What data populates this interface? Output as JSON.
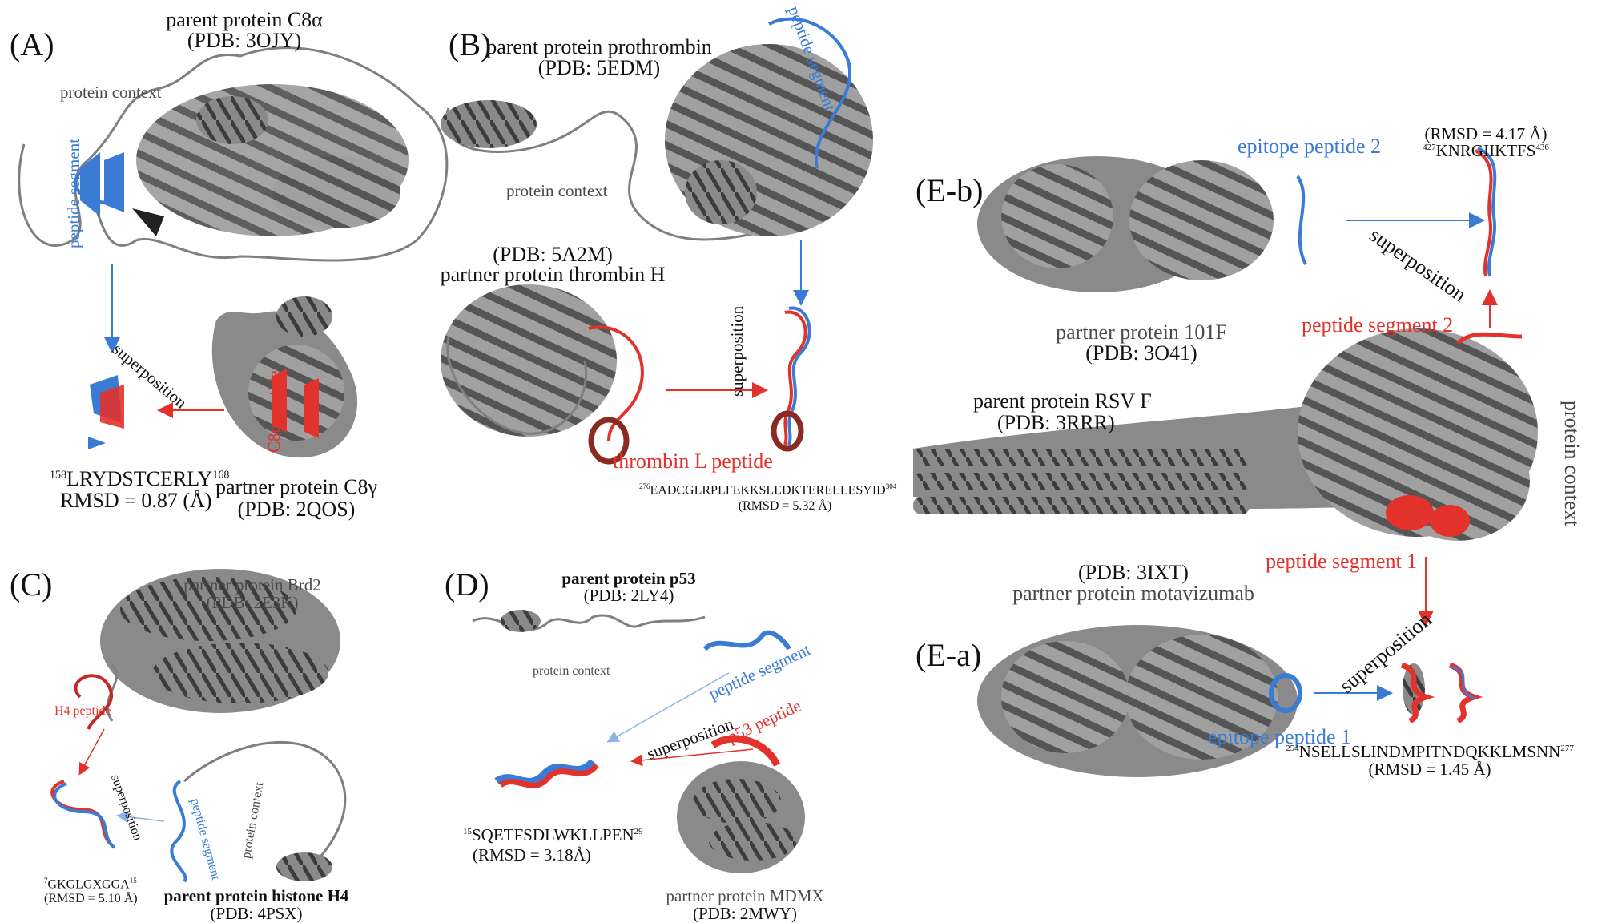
{
  "colors": {
    "protein": "#7f7f7f",
    "protein_dark": "#3a3a3a",
    "parent_segment": "#3a7bd5",
    "partner_peptide": "#e3322b"
  },
  "panels": {
    "A": {
      "tag": "(A)",
      "parent_name": "parent protein C8α",
      "parent_pdb": "(PDB: 3OJY)",
      "context": "protein context",
      "segment": "peptide segment",
      "partner_peptide": "C8α peptide",
      "superposition": "superposition",
      "seq_start": "158",
      "sequence": "LRYDSTCERLY",
      "seq_end": "168",
      "rmsd": "RMSD = 0.87 (Å)",
      "partner_name": "partner protein C8γ",
      "partner_pdb": "(PDB: 2QOS)"
    },
    "B": {
      "tag": "(B)",
      "parent_name": "parent protein prothrombin",
      "parent_pdb": "(PDB: 5EDM)",
      "segment": "peptide segment",
      "context": "protein context",
      "partner_pdb": "(PDB: 5A2M)",
      "partner_name": "partner protein thrombin H",
      "partner_peptide": "thrombin L peptide",
      "superposition": "superposition",
      "seq_start": "276",
      "sequence": "EADCGLRPLFEKKSLEDKTERELLESYID",
      "seq_end": "304",
      "rmsd": "(RMSD = 5.32 Å)"
    },
    "C": {
      "tag": "(C)",
      "partner_name": "partner protein Brd2",
      "partner_pdb": "(PDB: 2E3K)",
      "partner_peptide": "H4 peptide",
      "superposition": "superposition",
      "segment": "peptide segment",
      "context": "protein context",
      "seq_start": "7",
      "sequence": "GKGLGXGGA",
      "seq_end": "15",
      "rmsd": "(RMSD = 5.10 Å)",
      "parent_name": "parent protein histone H4",
      "parent_pdb": "(PDB: 4PSX)"
    },
    "D": {
      "tag": "(D)",
      "parent_name": "parent protein p53",
      "parent_pdb": "(PDB: 2LY4)",
      "context": "protein context",
      "segment": "peptide segment",
      "superposition": "superposition",
      "partner_peptide": "p53 peptide",
      "seq_start": "15",
      "sequence": "SQETFSDLWKLLPEN",
      "seq_end": "29",
      "rmsd": "(RMSD = 3.18Å)",
      "partner_name": "partner protein MDMX",
      "partner_pdb": "(PDB: 2MWY)"
    },
    "Eb": {
      "tag": "(E-b)",
      "epitope": "epitope peptide 2",
      "rmsd": "(RMSD = 4.17 Å)",
      "seq_start": "427",
      "sequence": "KNRGIIKTFS",
      "seq_end": "436",
      "superposition": "superposition",
      "partner_name": "partner protein 101F",
      "partner_pdb": "(PDB: 3O41)",
      "segment": "peptide segment 2"
    },
    "E": {
      "parent_name": "parent protein RSV F",
      "parent_pdb": "(PDB: 3RRR)",
      "context": "protein context",
      "segment": "peptide segment 1"
    },
    "Ea": {
      "tag": "(E-a)",
      "partner_pdb": "(PDB: 3IXT)",
      "partner_name": "partner protein  motavizumab",
      "epitope": "epitope peptide 1",
      "superposition": "superposition",
      "seq_start": "254",
      "sequence": "NSELLSLINDMPITNDQKKLMSNN",
      "seq_end": "277",
      "rmsd": "(RMSD = 1.45 Å)"
    }
  }
}
